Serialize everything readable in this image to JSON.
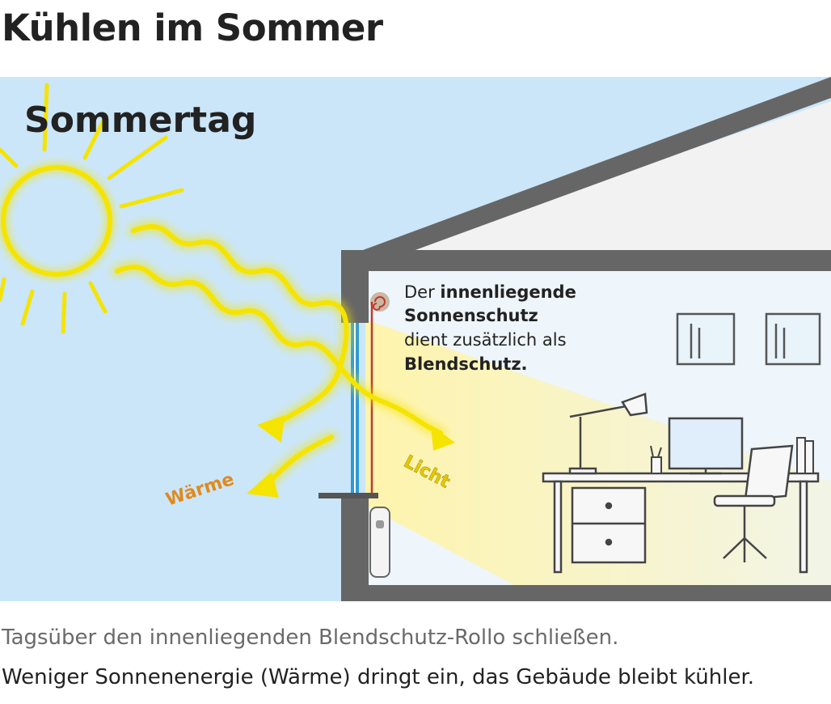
{
  "page": {
    "title": "Kühlen im Sommer"
  },
  "diagram": {
    "scene_title": "Sommertag",
    "callout": {
      "line1_normal": "Der ",
      "line1_bold": "innenliegende",
      "line2_bold": "Sonnenschutz",
      "line3": "dient zusätzlich als",
      "line4_bold": "Blendschutz."
    },
    "label_heat": "Wärme",
    "label_light": "Licht",
    "colors": {
      "sky": "#cbe6f8",
      "wall": "#666666",
      "sun": "#f5e400",
      "heat_label": "#e08a1e",
      "light_label": "#e6c800",
      "blind": "#c0392b"
    }
  },
  "captions": {
    "line1": "Tagsüber den innenliegenden Blendschutz-Rollo schließen.",
    "line2": "Weniger Sonnenenergie (Wärme) dringt ein, das Gebäude bleibt kühler."
  }
}
